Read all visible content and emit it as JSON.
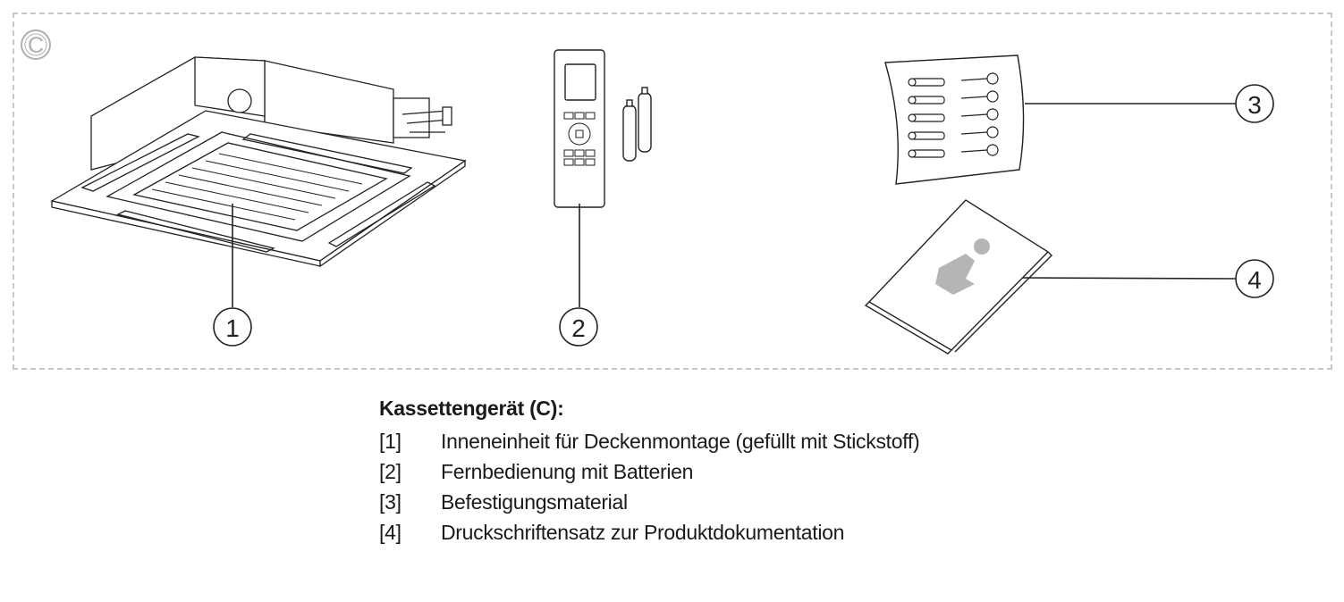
{
  "figure": {
    "variant_mark": "C",
    "callouts": [
      "1",
      "2",
      "3",
      "4"
    ]
  },
  "legend": {
    "title": "Kassettengerät (C):",
    "items": [
      {
        "num": "[1]",
        "text": "Inneneinheit für Deckenmontage (gefüllt mit Stickstoff)"
      },
      {
        "num": "[2]",
        "text": "Fernbedienung mit Batterien"
      },
      {
        "num": "[3]",
        "text": "Befestigungsmaterial"
      },
      {
        "num": "[4]",
        "text": "Druckschriftensatz zur Produktdokumentation"
      }
    ]
  }
}
